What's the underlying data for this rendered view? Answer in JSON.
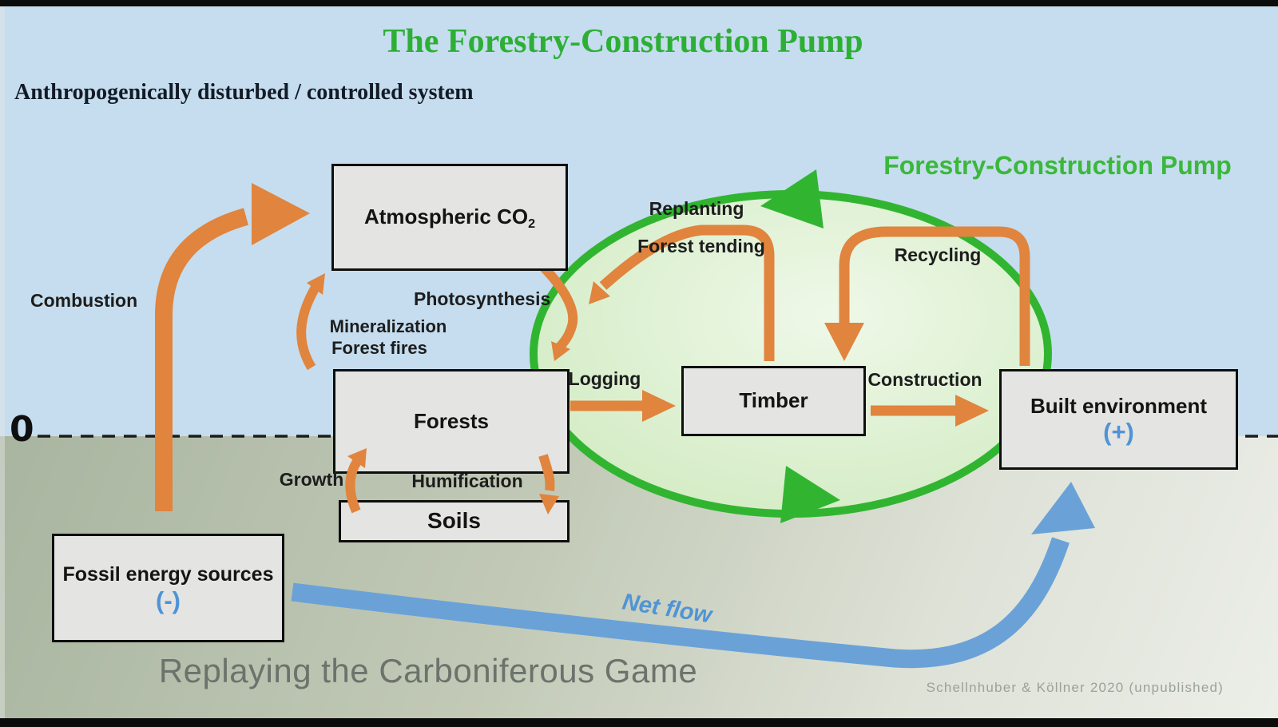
{
  "title": "The Forestry-Construction Pump",
  "subtitle": "Anthropogenically disturbed / controlled system",
  "pump_label": "Forestry-Construction Pump",
  "zero_label": "0",
  "boxes": {
    "atmospheric_co2": {
      "label": "Atmospheric CO",
      "subscript": "2"
    },
    "forests": {
      "label": "Forests"
    },
    "soils": {
      "label": "Soils"
    },
    "timber": {
      "label": "Timber"
    },
    "built_environment": {
      "label": "Built environment",
      "sign": "(+)"
    },
    "fossil_energy": {
      "label": "Fossil energy sources",
      "sign": "(-)"
    }
  },
  "flow_labels": {
    "combustion": "Combustion",
    "photosynthesis": "Photosynthesis",
    "mineralization": "Mineralization",
    "forest_fires": "Forest fires",
    "replanting": "Replanting",
    "forest_tending": "Forest tending",
    "recycling": "Recycling",
    "logging": "Logging",
    "construction": "Construction",
    "growth": "Growth",
    "humification": "Humification",
    "net_flow": "Net flow"
  },
  "footer": {
    "caption": "Replaying the Carboniferous Game",
    "credit": "Schellnhuber & Köllner 2020 (unpublished)"
  },
  "colors": {
    "title_green": "#2daf35",
    "pump_green": "#3bb83b",
    "ellipse_green": "#31b531",
    "arrow_orange": "#e0843e",
    "flow_blue": "#6aa2d8",
    "sign_blue": "#4f94d5",
    "sky": "#c5ddee",
    "ground_dark": "#a9b5a0",
    "ground_light": "#eceee8"
  }
}
